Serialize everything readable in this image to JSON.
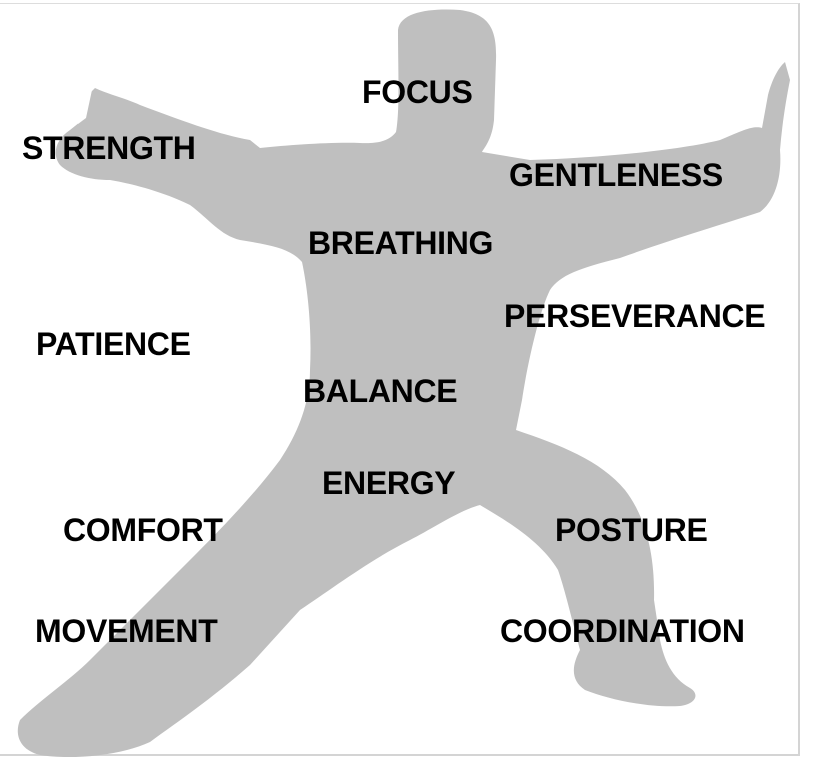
{
  "colors": {
    "silhouette": "#bfbfbf",
    "text": "#000000"
  },
  "words": {
    "focus": "FOCUS",
    "strength": "STRENGTH",
    "gentleness": "GENTLENESS",
    "breathing": "BREATHING",
    "perseverance": "PERSEVERANCE",
    "patience": "PATIENCE",
    "balance": "BALANCE",
    "energy": "ENERGY",
    "comfort": "COMFORT",
    "posture": "POSTURE",
    "movement": "MOVEMENT",
    "coordination": "COORDINATION"
  }
}
